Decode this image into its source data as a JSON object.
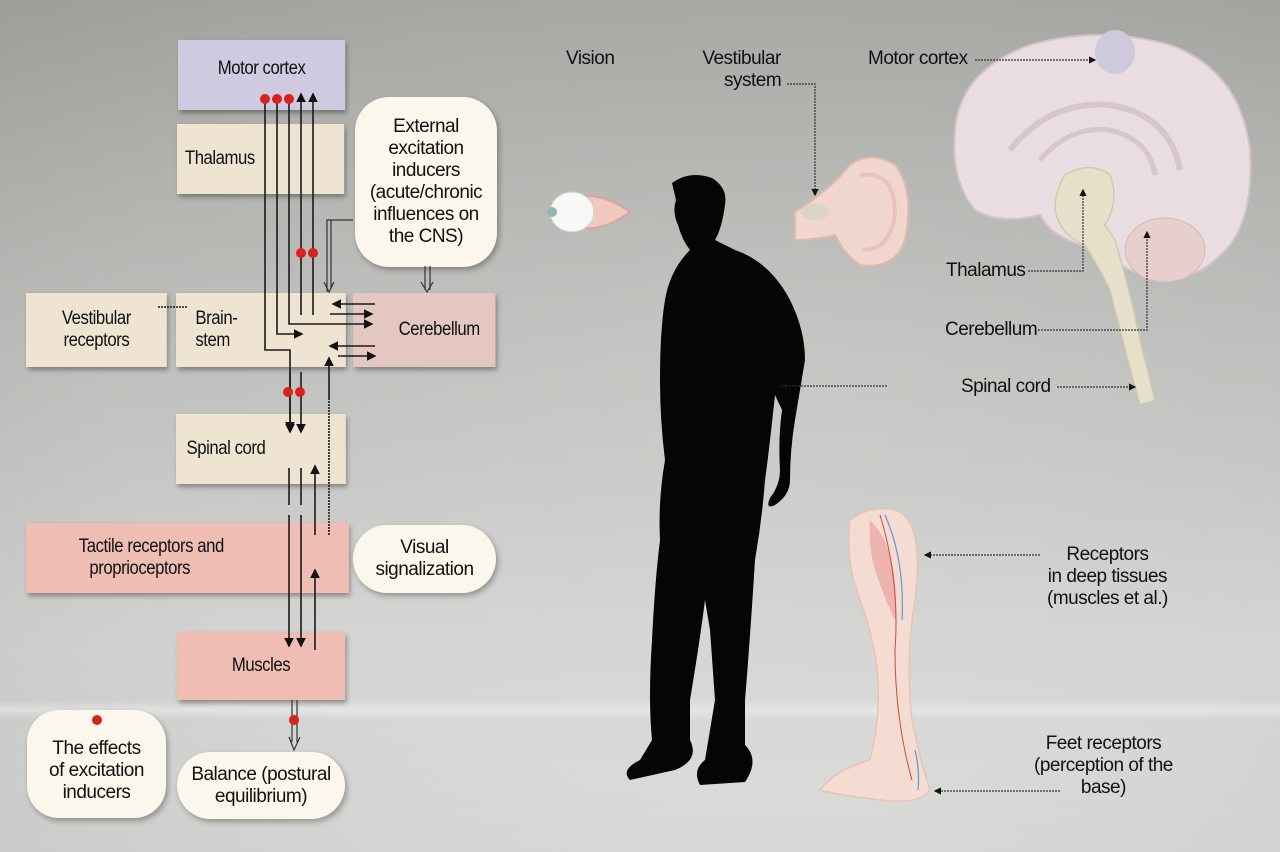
{
  "flowchart": {
    "boxes": {
      "motor_cortex": "Motor cortex",
      "thalamus": "Thalamus",
      "vestibular_receptors_line1": "Vestibular",
      "vestibular_receptors_line2": "receptors",
      "brainstem_line1": "Brain-",
      "brainstem_line2": "stem",
      "cerebellum": "Cerebellum",
      "spinal_cord": "Spinal cord",
      "tactile_line1": "Tactile receptors and",
      "tactile_line2": "proprioceptors",
      "muscles": "Muscles"
    },
    "bubbles": {
      "external_inducers_lines": [
        "External",
        "excitation",
        "inducers",
        "(acute/chronic",
        "influences on",
        "the CNS)"
      ],
      "visual_signalization_lines": [
        "Visual",
        "signalization"
      ],
      "effects_legend_lines": [
        "The effects",
        "of excitation",
        "inducers"
      ],
      "balance_lines": [
        "Balance (postural",
        "equilibrium)"
      ]
    }
  },
  "illustration": {
    "labels": {
      "vision": "Vision",
      "vestibular_system_line1": "Vestibular",
      "vestibular_system_line2": "system",
      "motor_cortex": "Motor cortex",
      "thalamus": "Thalamus",
      "cerebellum": "Cerebellum",
      "spinal_cord": "Spinal cord",
      "deep_receptors_lines": [
        "Receptors",
        "in deep tissues",
        "(muscles et al.)"
      ],
      "feet_receptors_lines": [
        "Feet receptors",
        "(perception of the",
        "base)"
      ]
    }
  },
  "colors": {
    "motor_cortex_box": "#d0cae0",
    "neutral_box": "#efe4d1",
    "cerebellum_box": "#e3c7c0",
    "tactile_box": "#efbdb4",
    "bubble": "#fbf7ec",
    "excitation_marker": "#d8201e"
  }
}
